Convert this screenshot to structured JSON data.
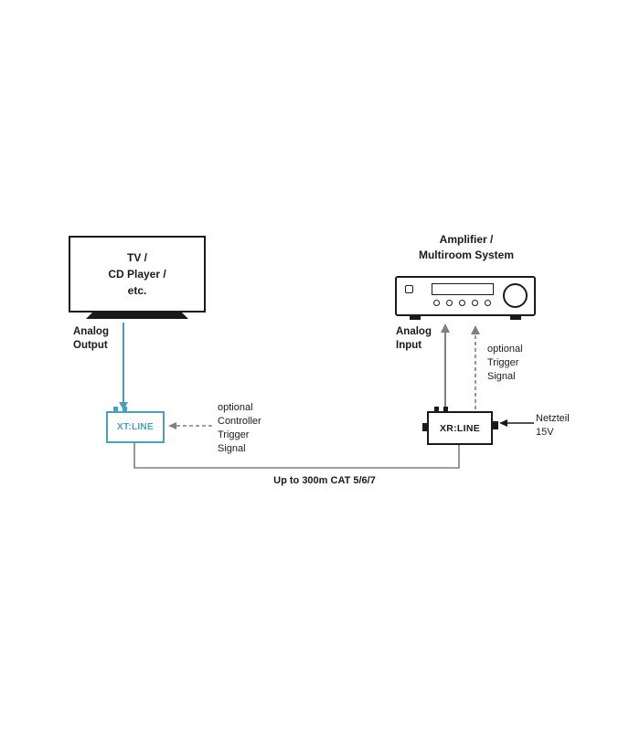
{
  "colors": {
    "accent_teal": "#4D9FB5",
    "line_gray": "#7F7F7F",
    "ink": "#1A1A1A"
  },
  "devices": {
    "source": {
      "label": "TV /\nCD Player /\netc."
    },
    "amplifier": {
      "label": "Amplifier /\nMultiroom System"
    },
    "transmitter": {
      "label": "XT:LINE"
    },
    "receiver": {
      "label": "XR:LINE"
    }
  },
  "annotations": {
    "analog_output": "Analog\nOutput",
    "analog_input": "Analog\nInput",
    "controller_trigger": "optional\nController\nTrigger\nSignal",
    "trigger": "optional\nTrigger\nSignal",
    "power_supply": "Netzteil\n15V",
    "cable": "Up to 300m CAT 5/6/7"
  }
}
